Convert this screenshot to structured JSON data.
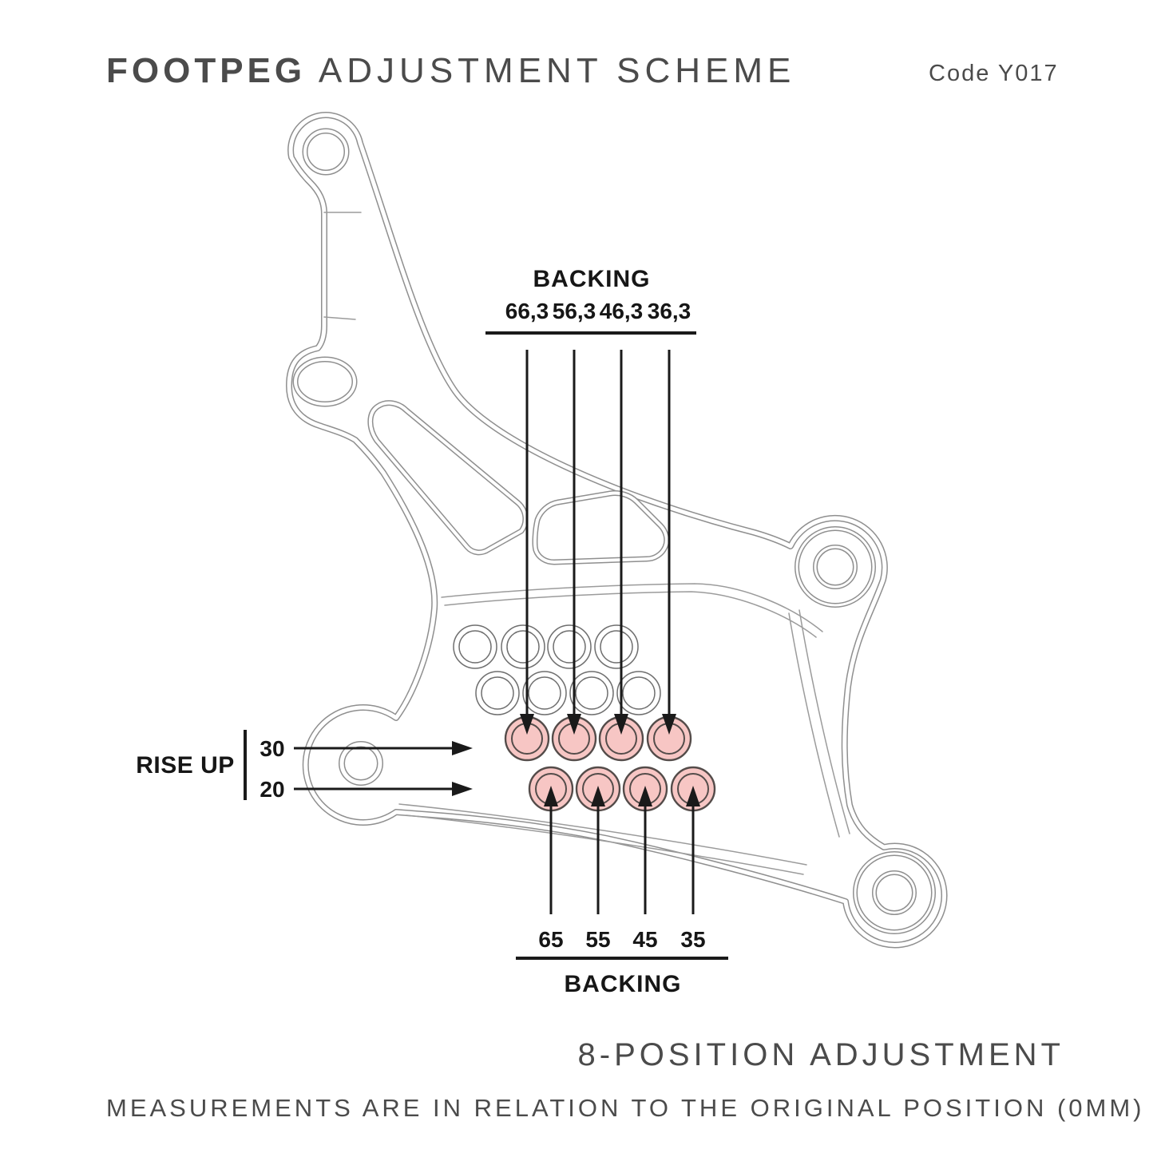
{
  "header": {
    "title_bold": "FOOTPEG",
    "title_rest": " ADJUSTMENT SCHEME",
    "code": "Code Y017"
  },
  "diagram": {
    "backing_top": {
      "label": "BACKING",
      "values": [
        "66,3",
        "56,3",
        "46,3",
        "36,3"
      ]
    },
    "backing_bottom": {
      "label": "BACKING",
      "values": [
        "65",
        "55",
        "45",
        "35"
      ]
    },
    "rise_up": {
      "label": "RISE UP",
      "values": [
        "30",
        "20"
      ]
    },
    "position_count": 8
  },
  "footer": {
    "line1": "8-POSITION ADJUSTMENT",
    "line2": "MEASUREMENTS ARE IN RELATION TO THE ORIGINAL POSITION (0MM)"
  },
  "colors": {
    "highlight_fill": "#f7c6c4",
    "highlight_stroke": "#544c4a",
    "outline_gray": "#8f8f8f",
    "hole_stroke": "#6e6e6e",
    "text_dark": "#161616",
    "text_gray": "#4b4b4b"
  }
}
